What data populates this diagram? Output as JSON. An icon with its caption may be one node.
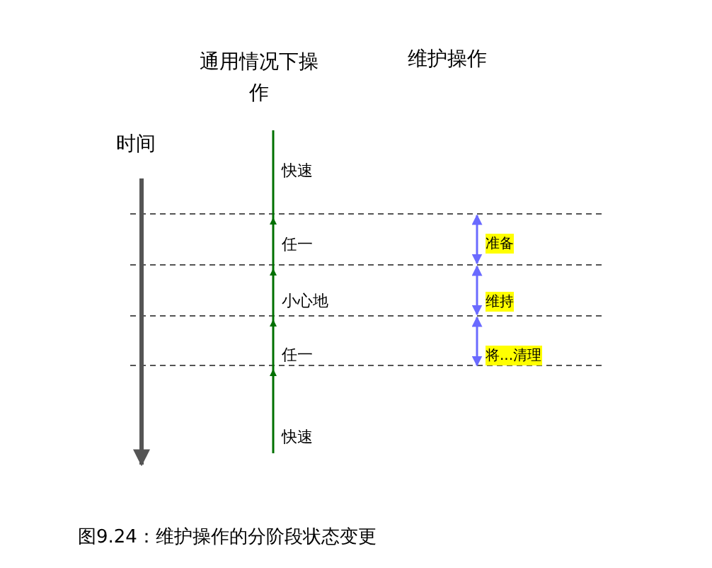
{
  "diagram": {
    "caption": "图9.24：维护操作的分阶段状态变更",
    "labels": [
      "通用情况下操作",
      "维护操作",
      "时间",
      "快速",
      "任一",
      "小心地",
      "任一",
      "快速",
      "准备",
      "维持",
      "将...清理"
    ]
  }
}
